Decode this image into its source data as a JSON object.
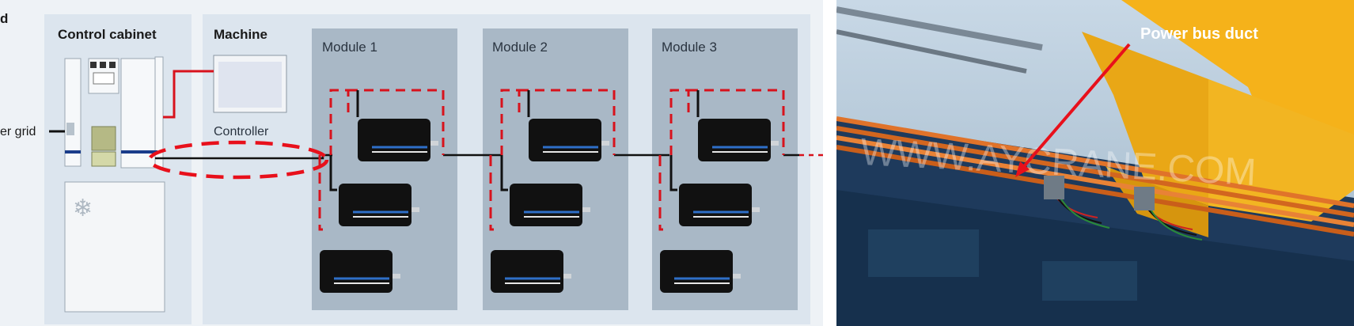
{
  "diagram": {
    "cut_heading": "d",
    "power_grid": "er grid",
    "control_cabinet": "Control cabinet",
    "machine": "Machine",
    "controller": "Controller",
    "modules": [
      "Module 1",
      "Module 2",
      "Module 3"
    ],
    "cabinet_icon": "snowflake-icon"
  },
  "photo": {
    "label": "Power bus duct",
    "watermark": "WWW.AYCRANE.COM",
    "highlight_color": "#e8101b",
    "accent_color": "#f5b21a"
  }
}
